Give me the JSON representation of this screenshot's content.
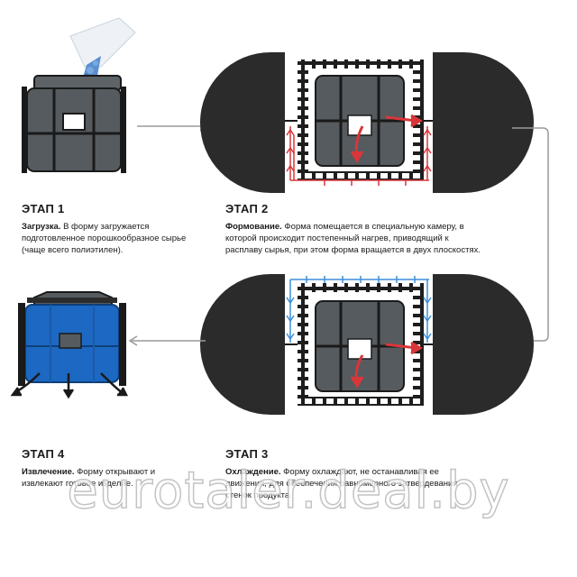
{
  "stages": [
    {
      "title": "ЭТАП 1",
      "lead": "Загрузка.",
      "text": " В форму загружается подготовленное порошкообразное сырье (чаще всего полиэтилен)."
    },
    {
      "title": "ЭТАП 2",
      "lead": "Формование.",
      "text": " Форма помещается в специальную камеру, в которой происходит постепенный нагрев, приводящий к расплаву сырья, при этом форма вращается в двух плоскостях."
    },
    {
      "title": "ЭТАП 3",
      "lead": "Охлаждение.",
      "text": " Форму охлаждают, не останавливая ее движения, для обеспечения равномерного затвердевания стенок продукта."
    },
    {
      "title": "ЭТАП 4",
      "lead": "Извлечение.",
      "text": " Форму открывают и извлекают готовое изделие."
    }
  ],
  "watermark": "eurotaler.deal.by",
  "colors": {
    "mold": "#555b5f",
    "chamber": "#2b2b2b",
    "heat": "#d9363a",
    "cool": "#3d8fd8",
    "product": "#1c68c2",
    "powder": "#5a8fd0",
    "arrow": "#9a9a9a"
  }
}
